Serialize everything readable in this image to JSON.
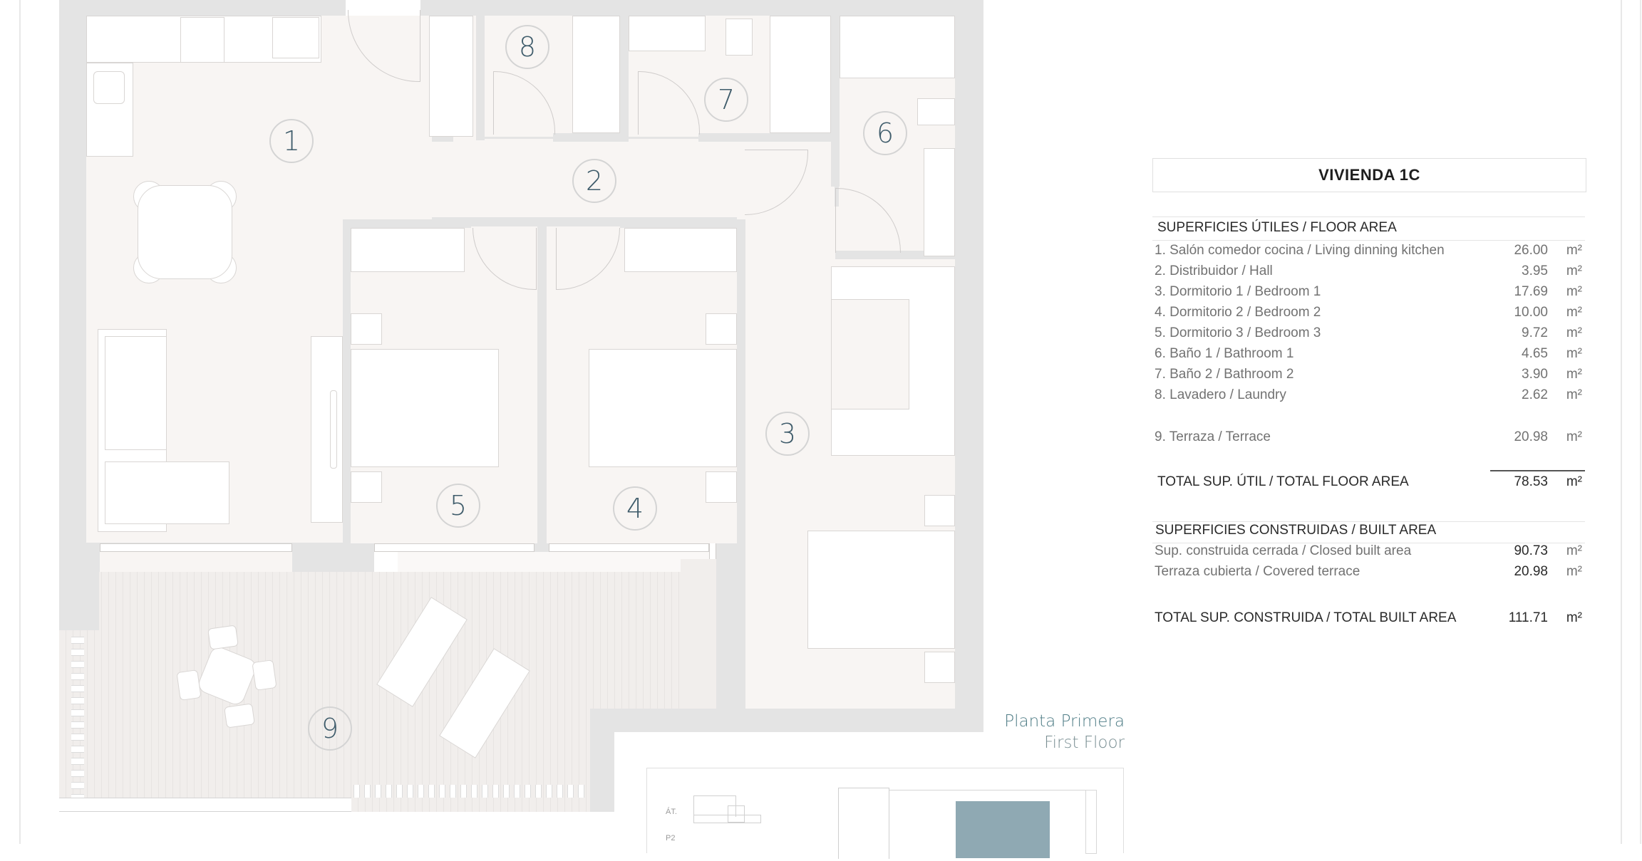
{
  "plan": {
    "rooms": [
      {
        "num": "1"
      },
      {
        "num": "2"
      },
      {
        "num": "3"
      },
      {
        "num": "4"
      },
      {
        "num": "5"
      },
      {
        "num": "6"
      },
      {
        "num": "7"
      },
      {
        "num": "8"
      },
      {
        "num": "9"
      }
    ],
    "colors": {
      "wall": "#e4e4e4",
      "floor": "#f8f5f3",
      "room_number": "#3f5c6b",
      "highlight_unit": "#8fa9b3",
      "caption": "#4f7d86"
    }
  },
  "caption": {
    "line1": "Planta Primera",
    "line2": "First Floor"
  },
  "key_plan": {
    "labels": [
      "ÁT.",
      "P2"
    ]
  },
  "table": {
    "title": "VIVIENDA 1C",
    "floor_area_header": "SUPERFICIES ÚTILES / FLOOR AREA",
    "floor_area_rows": [
      {
        "label": "1. Salón comedor cocina / Living dinning kitchen",
        "value": "26.00",
        "unit": "m²"
      },
      {
        "label": "2. Distribuidor / Hall",
        "value": "3.95",
        "unit": "m²"
      },
      {
        "label": "3. Dormitorio 1 / Bedroom 1",
        "value": "17.69",
        "unit": "m²"
      },
      {
        "label": "4. Dormitorio 2 / Bedroom 2",
        "value": "10.00",
        "unit": "m²"
      },
      {
        "label": "5. Dormitorio 3 / Bedroom 3",
        "value": "9.72",
        "unit": "m²"
      },
      {
        "label": "6. Baño 1 / Bathroom 1",
        "value": "4.65",
        "unit": "m²"
      },
      {
        "label": "7. Baño 2 / Bathroom 2",
        "value": "3.90",
        "unit": "m²"
      },
      {
        "label": "8. Lavadero / Laundry",
        "value": "2.62",
        "unit": "m²"
      }
    ],
    "terrace_row": {
      "label": "9. Terraza / Terrace",
      "value": "20.98",
      "unit": "m²"
    },
    "total_floor": {
      "label": "TOTAL SUP. ÚTIL / TOTAL FLOOR AREA",
      "value": "78.53",
      "unit": "m²"
    },
    "built_area_header": "SUPERFICIES CONSTRUIDAS / BUILT AREA",
    "built_area_rows": [
      {
        "label": "Sup. construida cerrada / Closed built area",
        "value": "90.73",
        "unit": "m²"
      },
      {
        "label": "Terraza cubierta / Covered terrace",
        "value": "20.98",
        "unit": "m²"
      }
    ],
    "total_built": {
      "label": "TOTAL SUP. CONSTRUIDA /  TOTAL BUILT AREA",
      "value": "111.71",
      "unit": "m²"
    }
  }
}
